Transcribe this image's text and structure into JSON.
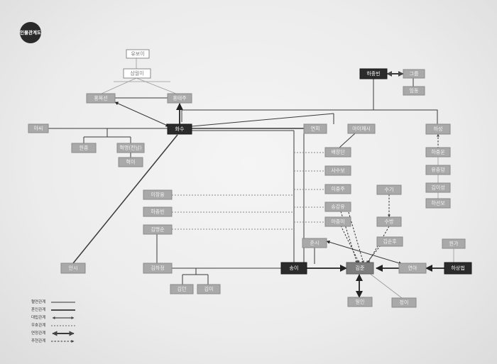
{
  "badge": {
    "label": "인물관계도"
  },
  "nodes": {
    "n_top1": "유보이",
    "n_top2": "삼월이",
    "n_yuho": "홍복선",
    "n_hong": "홍태주",
    "n_choi_left": "아씨",
    "n_hwasu": "화수",
    "n_jang1": "원종",
    "n_jang2": "혁명(전남)",
    "n_jang3": "혁이",
    "n_hjb": "하중빈",
    "n_sub1": "그룹",
    "n_sub2": "임동",
    "n_yeon": "연희",
    "n_ddong": "마이페시",
    "n_hwa": "하성",
    "n_r1": "배창단",
    "n_r2": "사수보",
    "n_r3": "이중주",
    "n_r4": "송갑유",
    "n_r5": "마중미",
    "n_hr1": "하중운",
    "n_hr2": "유충덩",
    "n_hr3": "김이성",
    "n_hr4": "하선보",
    "n_l1": "이창용",
    "n_l2": "하충빈",
    "n_l3": "김명순",
    "n_ansi": "안시",
    "n_kimh": "김하정",
    "n_kc1": "김던",
    "n_kc2": "김미",
    "n_song": "송이",
    "n_center": "김준",
    "n_chunsi": "춘시",
    "n_suga": "수기",
    "n_subae": "수방",
    "n_ilsuk": "김순후",
    "n_wonga": "원가",
    "n_yeona": "연아",
    "n_hansang": "하상법",
    "n_b1": "일인",
    "n_b2": "정이"
  },
  "legend": [
    {
      "label": "혈연관계",
      "style": "solid"
    },
    {
      "label": "혼인관계",
      "style": "solid"
    },
    {
      "label": "대립관계",
      "style": "arrow-both"
    },
    {
      "label": "우호관계",
      "style": "dotted"
    },
    {
      "label": "연정관계",
      "style": "arrow-both-thick"
    },
    {
      "label": "추현관계",
      "style": "dashed-arrow"
    }
  ],
  "colors": {
    "dark": "#2b2b2b",
    "mid": "#7d7d7d",
    "light": "#a9a9a9"
  }
}
